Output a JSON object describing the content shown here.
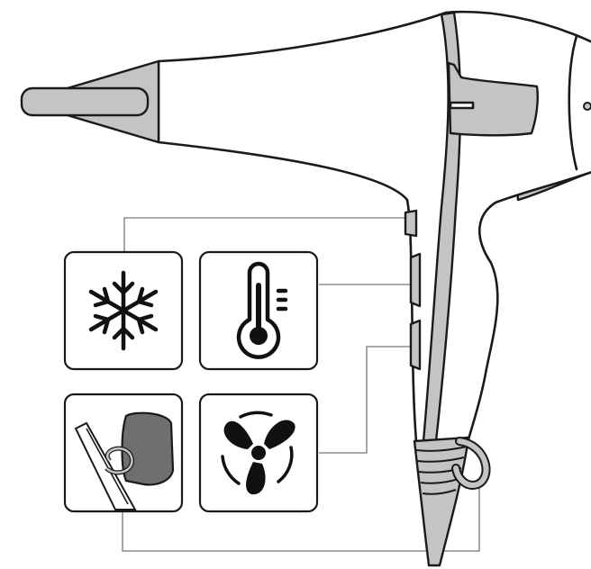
{
  "diagram": {
    "subject": "hair-dryer",
    "controls": [
      {
        "id": "cool-shot",
        "icon": "snowflake-icon"
      },
      {
        "id": "heat-setting",
        "icon": "thermometer-icon"
      },
      {
        "id": "airflow-speed",
        "icon": "fan-icon"
      },
      {
        "id": "hanging-loop",
        "icon": "hanging-loop-icon"
      }
    ],
    "colors": {
      "outline": "#1a1a1a",
      "accent_grey": "#c4c4c4",
      "dark_grey": "#6f6f6f",
      "leader": "#777777",
      "background": "#ffffff"
    }
  }
}
